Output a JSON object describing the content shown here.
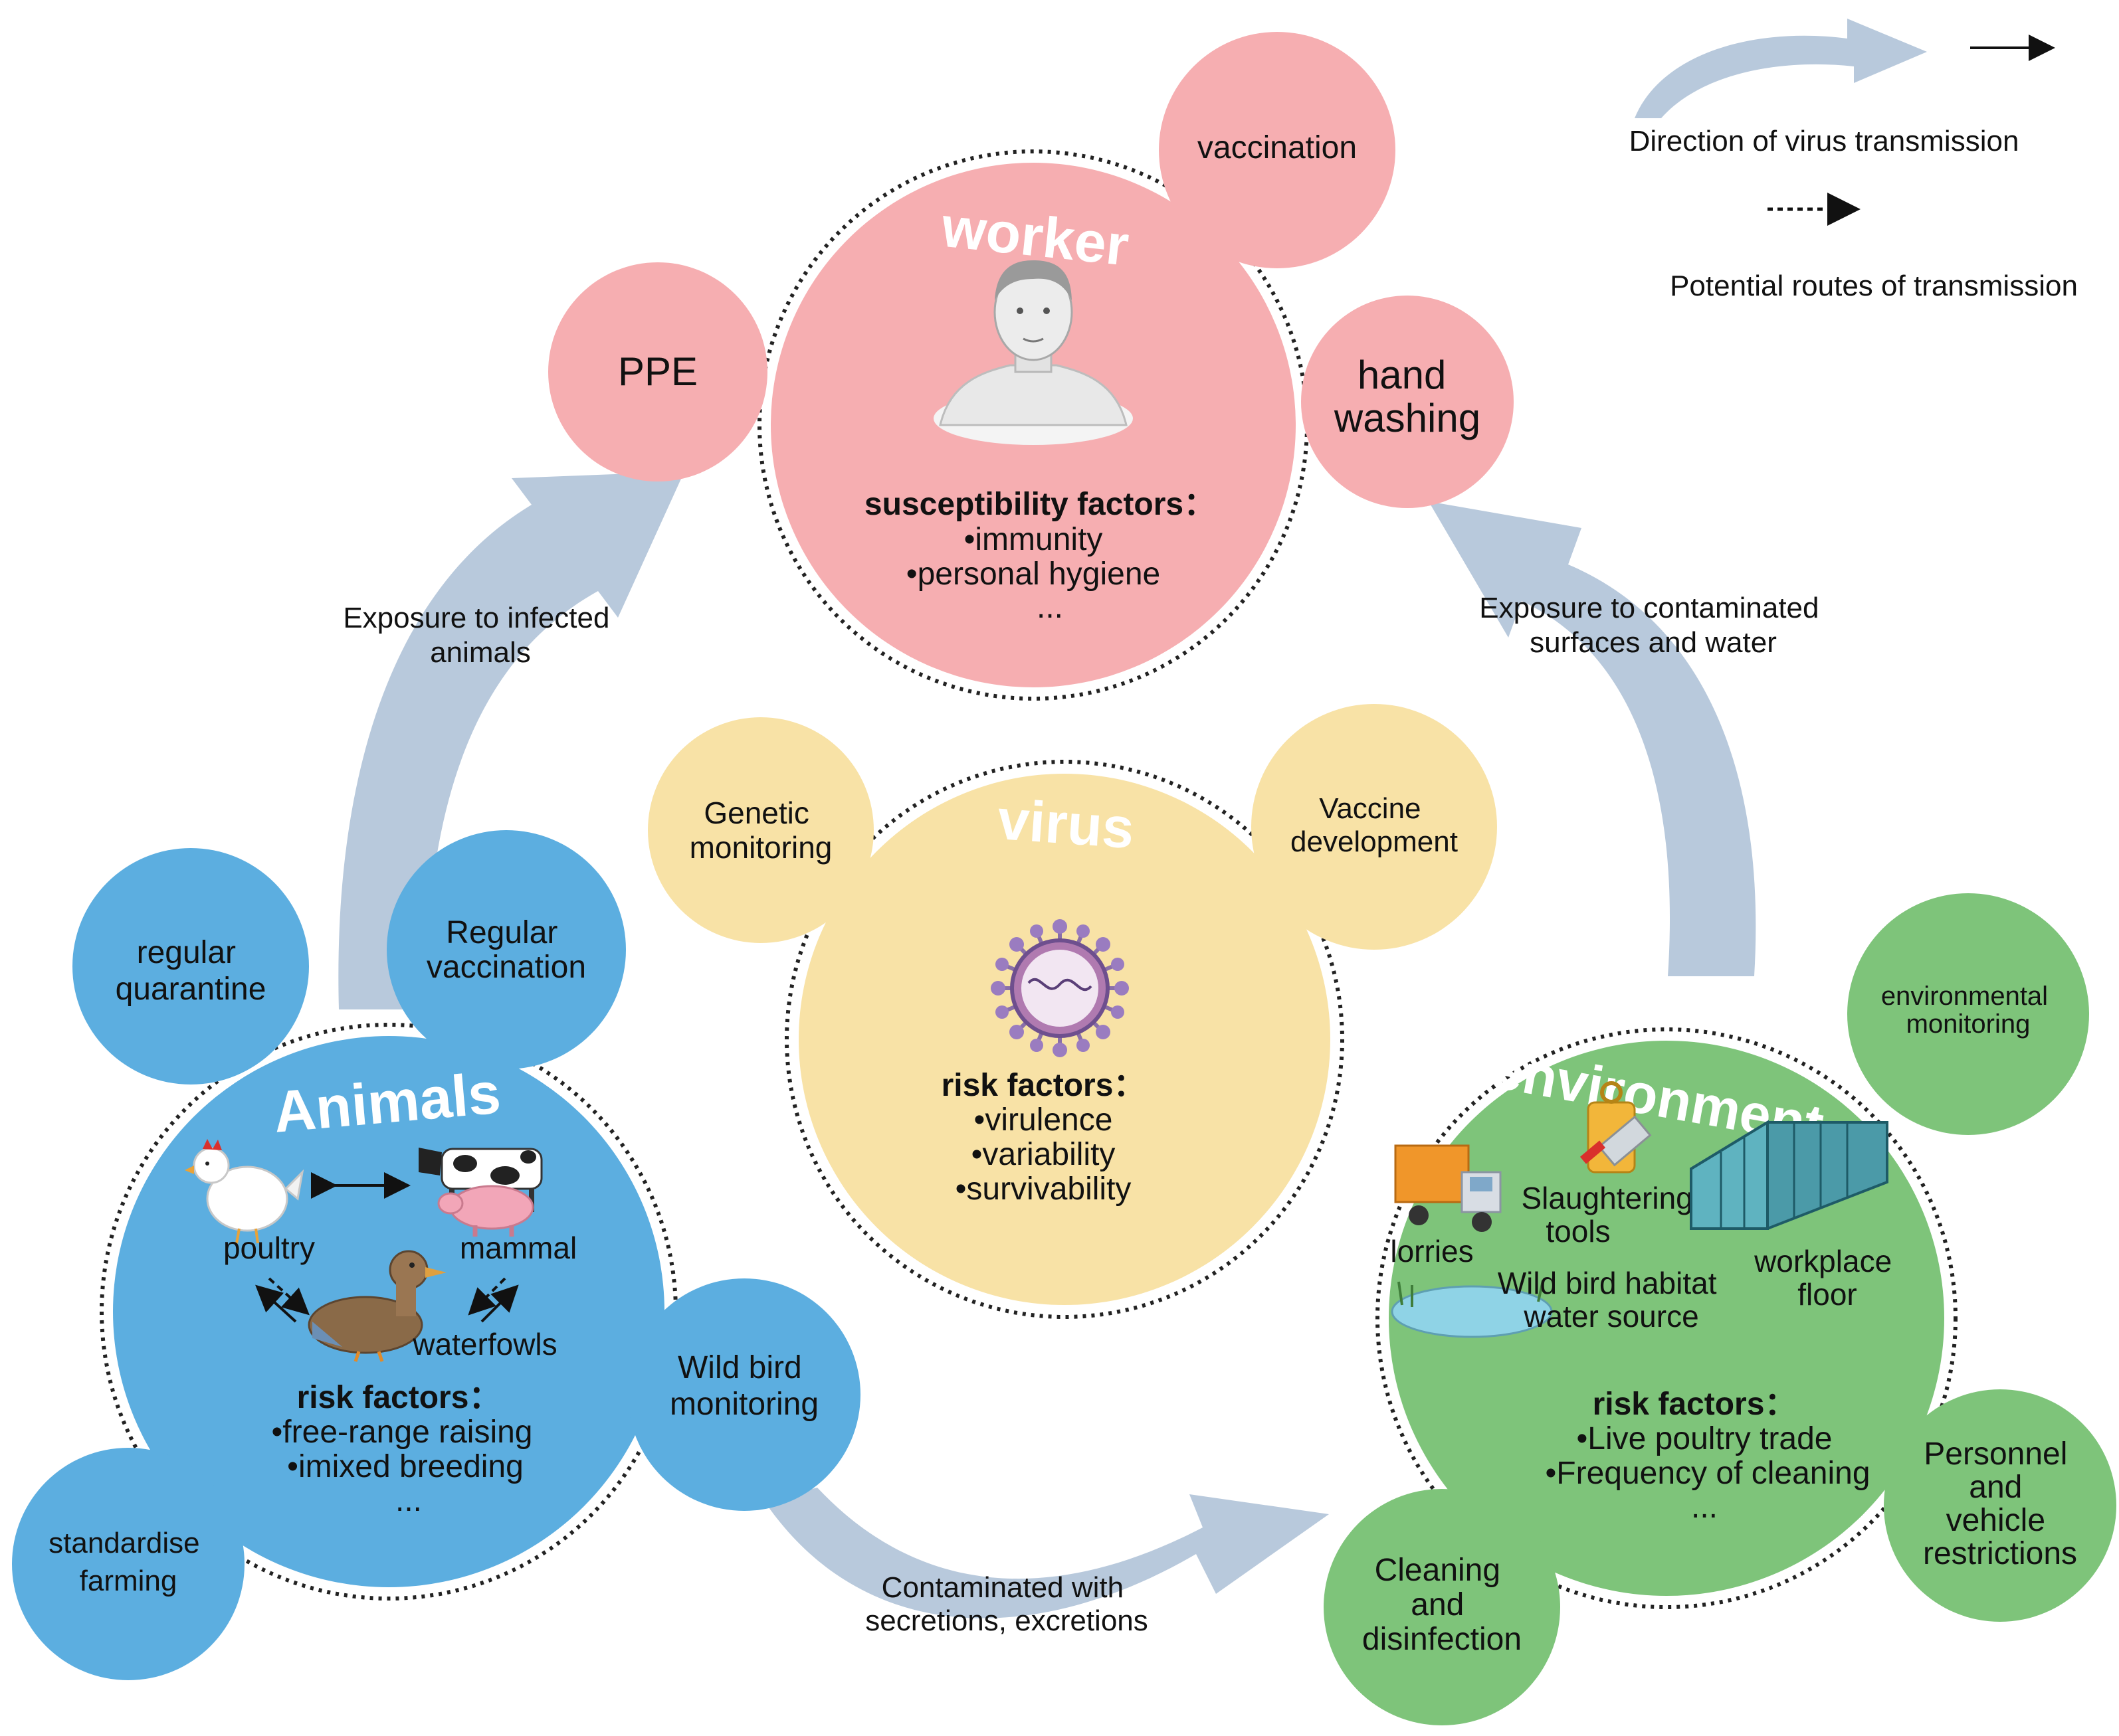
{
  "legend": {
    "solid_label": "Direction of virus transmission",
    "dotted_label": "Potential routes of transmission"
  },
  "colors": {
    "worker": "#f6aeb1",
    "virus": "#f8e2a6",
    "animals": "#5caee0",
    "environment": "#7ec47a",
    "arrow": "#b8c9dc"
  },
  "worker": {
    "title": "worker",
    "icon": "person-icon",
    "factors_title": "susceptibility factors：",
    "factors": [
      "•immunity",
      "•personal hygiene",
      "..."
    ],
    "satellites": {
      "vaccination": "vaccination",
      "ppe": "PPE",
      "hand": [
        "hand",
        "washing"
      ]
    }
  },
  "virus": {
    "title": "virus",
    "icon": "virus-icon",
    "factors_title": "risk factors：",
    "factors": [
      "•virulence",
      "•variability",
      "•survivability"
    ],
    "satellites": {
      "genetic": [
        "Genetic",
        "monitoring"
      ],
      "vaccine": [
        "Vaccine",
        "development"
      ]
    }
  },
  "animals": {
    "title": "Animals",
    "labels": {
      "poultry": "poultry",
      "mammal": "mammal",
      "waterfowls": "waterfowls"
    },
    "factors_title": "risk factors：",
    "factors": [
      "•free-range raising",
      "•imixed breeding",
      "..."
    ],
    "satellites": {
      "quarantine": [
        "regular",
        "quarantine"
      ],
      "vaccination": [
        "Regular",
        "vaccination"
      ],
      "wildbird": [
        "Wild bird",
        "monitoring"
      ],
      "farming": [
        "standardise",
        "farming"
      ]
    }
  },
  "environment": {
    "title": "environment",
    "labels": {
      "lorries": "lorries",
      "tools": [
        "Slaughtering",
        "tools"
      ],
      "floor": [
        "workplace",
        "floor"
      ],
      "water": [
        "Wild bird habitat",
        "water source"
      ]
    },
    "factors_title": "risk factors：",
    "factors": [
      "•Live poultry trade",
      "•Frequency of cleaning",
      "..."
    ],
    "satellites": {
      "monitoring": [
        "environmental",
        "monitoring"
      ],
      "personnel": [
        "Personnel",
        "and",
        "vehicle",
        "restrictions"
      ],
      "cleaning": [
        "Cleaning",
        "and",
        "disinfection"
      ]
    }
  },
  "arrows": {
    "animals_to_worker": [
      "Exposure to infected",
      "animals"
    ],
    "environment_to_worker": [
      "Exposure to contaminated",
      "surfaces and water"
    ],
    "animals_to_environment": [
      "Contaminated with",
      "secretions, excretions"
    ]
  }
}
